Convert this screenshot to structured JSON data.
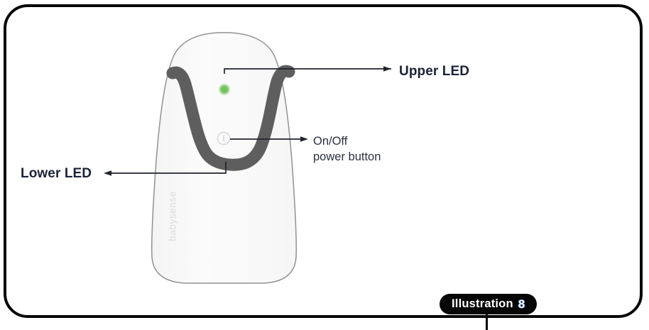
{
  "figure": {
    "caption_label": "Illustration",
    "caption_number": "8",
    "frame_color": "#060606",
    "background_color": "#ffffff"
  },
  "device": {
    "brand_wordmark": "babysense",
    "body_fill": "#fafafa",
    "body_outline": "#8e938f",
    "curve_color": "#5e5e5e",
    "led_color": "#6fbf5b",
    "power_icon_color": "#d6d6d6"
  },
  "callouts": [
    {
      "id": "upper-led",
      "label": "Upper LED",
      "style": "bold",
      "arrow_direction": "right",
      "target": "upper LED indicator"
    },
    {
      "id": "lower-led",
      "label": "Lower LED",
      "style": "bold",
      "arrow_direction": "left",
      "target": "lower LED indicator"
    },
    {
      "id": "power-button",
      "label_line1": "On/Off",
      "label_line2": "power button",
      "style": "light",
      "arrow_direction": "left",
      "target": "power button"
    }
  ],
  "colors": {
    "label_bold": "#1b2237",
    "label_light": "#2b3040",
    "arrow": "#20242e",
    "badge_bg": "#060606",
    "badge_text": "#ffffff",
    "badge_number_outline": "#2f6fd0"
  }
}
